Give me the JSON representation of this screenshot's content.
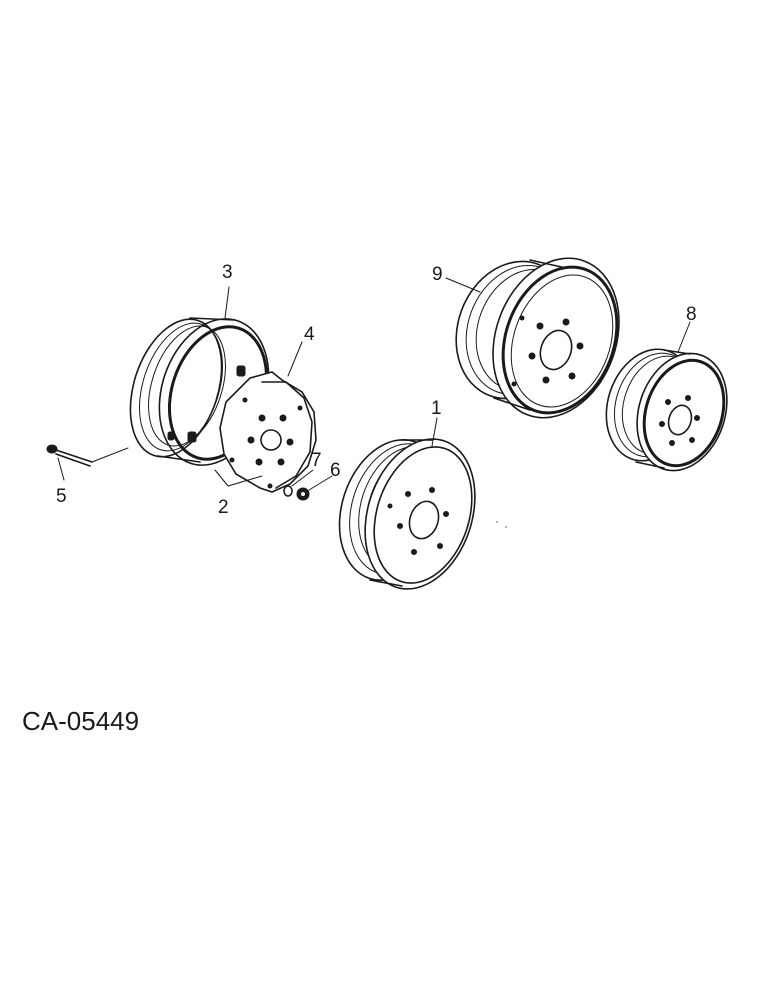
{
  "callouts": {
    "c1": "1",
    "c2": "2",
    "c3": "3",
    "c4": "4",
    "c5": "5",
    "c6": "6",
    "c7": "7",
    "c8": "8",
    "c9": "9"
  },
  "reference_code": "CA-05449",
  "parts": [
    {
      "callout": "1",
      "icon": "wheel-rim-icon"
    },
    {
      "callout": "2",
      "icon": "center-disc-icon"
    },
    {
      "callout": "3",
      "icon": "rim-band-icon"
    },
    {
      "callout": "4",
      "icon": "center-disc-icon"
    },
    {
      "callout": "5",
      "icon": "bolt-icon"
    },
    {
      "callout": "6",
      "icon": "nut-icon"
    },
    {
      "callout": "7",
      "icon": "lock-washer-icon"
    },
    {
      "callout": "8",
      "icon": "wheel-rim-icon"
    },
    {
      "callout": "9",
      "icon": "wheel-rim-icon"
    }
  ]
}
